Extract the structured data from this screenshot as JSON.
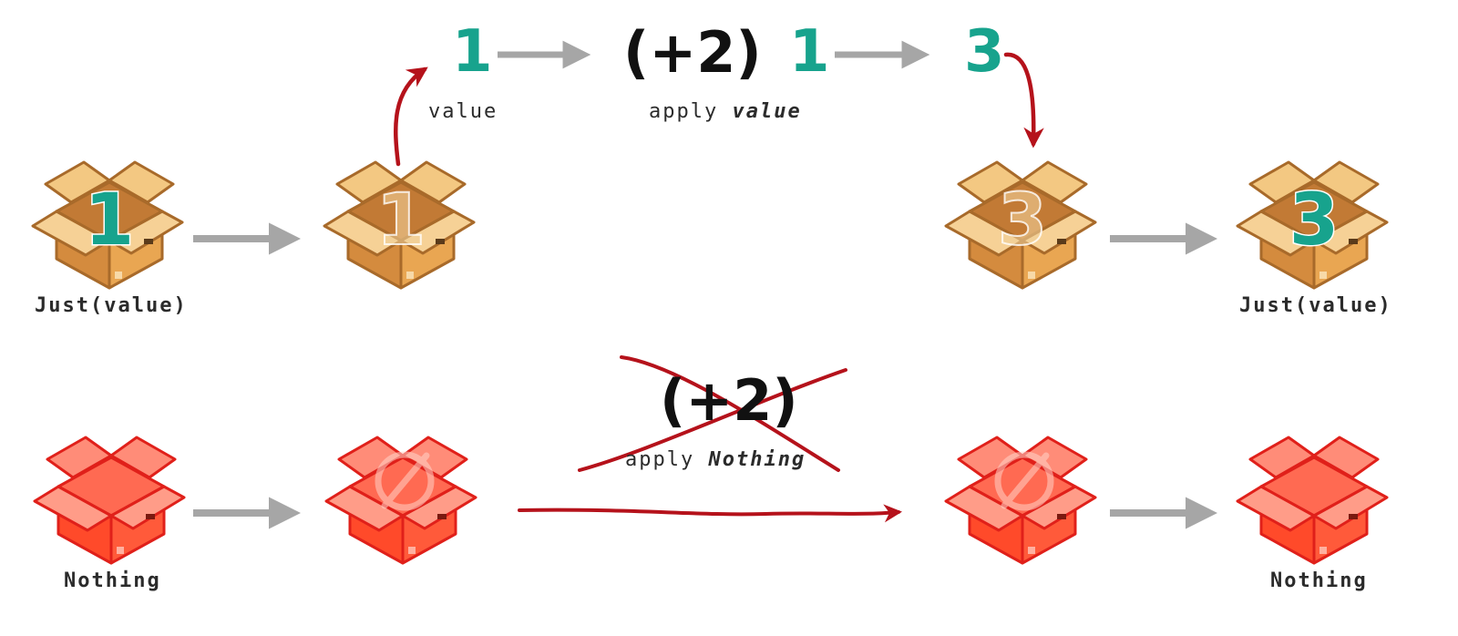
{
  "top": {
    "input_value": "1",
    "input_caption": "value",
    "function": "(+2)",
    "apply_prefix": "apply",
    "apply_arg": "value",
    "applied_value": "1",
    "result_value": "3",
    "start_box_value": "1",
    "opened_box_value": "1",
    "refill_box_value": "3",
    "end_box_value": "3",
    "start_label": "Just(value)",
    "end_label": "Just(value)"
  },
  "bottom": {
    "function": "(+2)",
    "apply_prefix": "apply",
    "apply_arg": "Nothing",
    "start_label": "Nothing",
    "end_label": "Nothing",
    "empty_symbol": "∅"
  },
  "colors": {
    "teal": "#17a38d",
    "arrow_gray": "#a6a6a6",
    "red_ink": "#b5121b",
    "cardboard": "#d9953f",
    "red_box": "#ff4a2a"
  },
  "icons": [
    "cardboard-box-icon",
    "red-box-icon",
    "gray-arrow-icon",
    "red-arrow-icon",
    "cross-out-icon",
    "empty-set-icon"
  ]
}
